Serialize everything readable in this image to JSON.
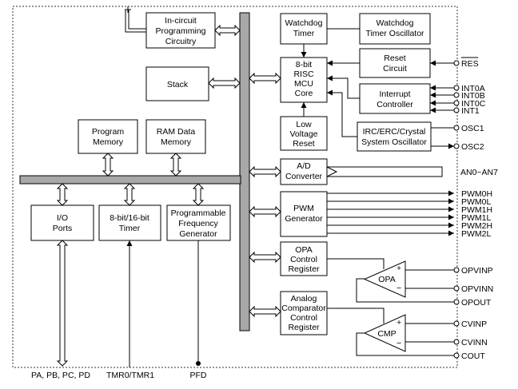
{
  "blocks": {
    "icp": [
      "In-circuit",
      "Programming",
      "Circuitry"
    ],
    "stack": [
      "Stack"
    ],
    "watchdog_timer": [
      "Watchdog",
      "Timer"
    ],
    "watchdog_osc": [
      "Watchdog",
      "Timer Oscillator"
    ],
    "mcu": [
      "8-bit",
      "RISC",
      "MCU",
      "Core"
    ],
    "reset": [
      "Reset",
      "Circuit"
    ],
    "interrupt": [
      "Interrupt",
      "Controller"
    ],
    "lvr": [
      "Low",
      "Voltage",
      "Reset"
    ],
    "osc": [
      "IRC/ERC/Crystal",
      "System Oscillator"
    ],
    "program_memory": [
      "Program",
      "Memory"
    ],
    "ram": [
      "RAM Data",
      "Memory"
    ],
    "adc": [
      "A/D",
      "Converter"
    ],
    "io": [
      "I/O",
      "Ports"
    ],
    "timer": [
      "8-bit/16-bit",
      "Timer"
    ],
    "pfg": [
      "Programmable",
      "Frequency",
      "Generator"
    ],
    "pwm": [
      "PWM",
      "Generator"
    ],
    "opa_reg": [
      "OPA",
      "Control",
      "Register"
    ],
    "cmp_reg": [
      "Analog",
      "Comparator",
      "Control",
      "Register"
    ]
  },
  "amps": {
    "opa": "OPA",
    "cmp": "CMP",
    "plus": "+",
    "minus": "−"
  },
  "pins": {
    "res": "RES",
    "int0a": "INT0A",
    "int0b": "INT0B",
    "int0c": "INT0C",
    "int1": "INT1",
    "osc1": "OSC1",
    "osc2": "OSC2",
    "an": "AN0~AN7",
    "pwm": [
      "PWM0H",
      "PWM0L",
      "PWM1H",
      "PWM1L",
      "PWM2H",
      "PWM2L"
    ],
    "opvinp": "OPVINP",
    "opvinn": "OPVINN",
    "opout": "OPOUT",
    "cvinp": "CVINP",
    "cvinn": "CVINN",
    "cout": "COUT"
  },
  "bottom_labels": {
    "ports": "PA, PB, PC, PD",
    "tmr": "TMR0/TMR1",
    "pfd": "PFD"
  }
}
